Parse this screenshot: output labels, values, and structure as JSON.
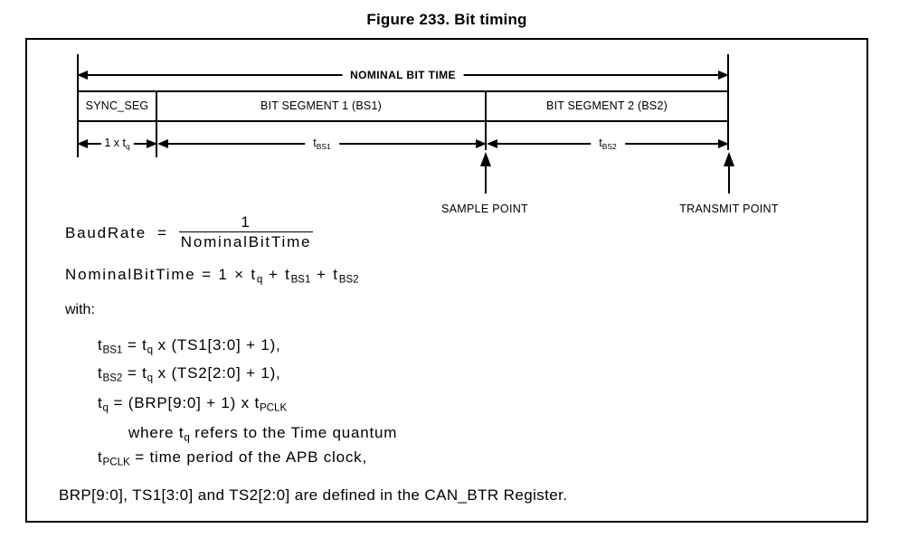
{
  "figure": {
    "title": "Figure 233. Bit timing"
  },
  "diagram": {
    "nominal_bit_time_label": "NOMINAL BIT TIME",
    "segments": [
      "SYNC_SEG",
      "BIT SEGMENT 1 (BS1)",
      "BIT SEGMENT 2 (BS2)"
    ],
    "duration_labels": {
      "sync": [
        {
          "t": "1 x t"
        },
        {
          "s": "q"
        }
      ],
      "bs1": [
        {
          "t": "t"
        },
        {
          "s": "BS1"
        }
      ],
      "bs2": [
        {
          "t": "t"
        },
        {
          "s": "BS2"
        }
      ]
    },
    "sample_point_label": "SAMPLE POINT",
    "transmit_point_label": "TRANSMIT POINT"
  },
  "equations": {
    "baudrate_lhs": "BaudRate",
    "baudrate_eq": "=",
    "baudrate_numerator": "1",
    "baudrate_denominator": "NominalBitTime",
    "nominal_bit_time": [
      {
        "t": "NominalBitTime = 1 × t"
      },
      {
        "s": "q"
      },
      {
        "t": " + t"
      },
      {
        "s": "BS1"
      },
      {
        "t": " + t"
      },
      {
        "s": "BS2"
      }
    ],
    "with_label": "with:",
    "t_bs1": [
      {
        "t": "t"
      },
      {
        "s": "BS1"
      },
      {
        "t": " = t"
      },
      {
        "s": "q"
      },
      {
        "t": " x (TS1[3:0] + 1),"
      }
    ],
    "t_bs2": [
      {
        "t": "t"
      },
      {
        "s": "BS2"
      },
      {
        "t": " = t"
      },
      {
        "s": "q"
      },
      {
        "t": " x (TS2[2:0] + 1),"
      }
    ],
    "t_q": [
      {
        "t": "t"
      },
      {
        "s": "q"
      },
      {
        "t": " = (BRP[9:0] + 1) x t"
      },
      {
        "s": "PCLK"
      }
    ],
    "where_note": [
      {
        "t": "where t"
      },
      {
        "s": "q"
      },
      {
        "t": " refers to the Time quantum"
      }
    ],
    "t_pclk": [
      {
        "t": "t"
      },
      {
        "s": "PCLK"
      },
      {
        "t": " = time period of the APB clock,"
      }
    ],
    "footer": "BRP[9:0], TS1[3:0] and TS2[2:0] are defined in the CAN_BTR Register."
  },
  "colors": {
    "ink": "#000000",
    "background": "#ffffff"
  }
}
